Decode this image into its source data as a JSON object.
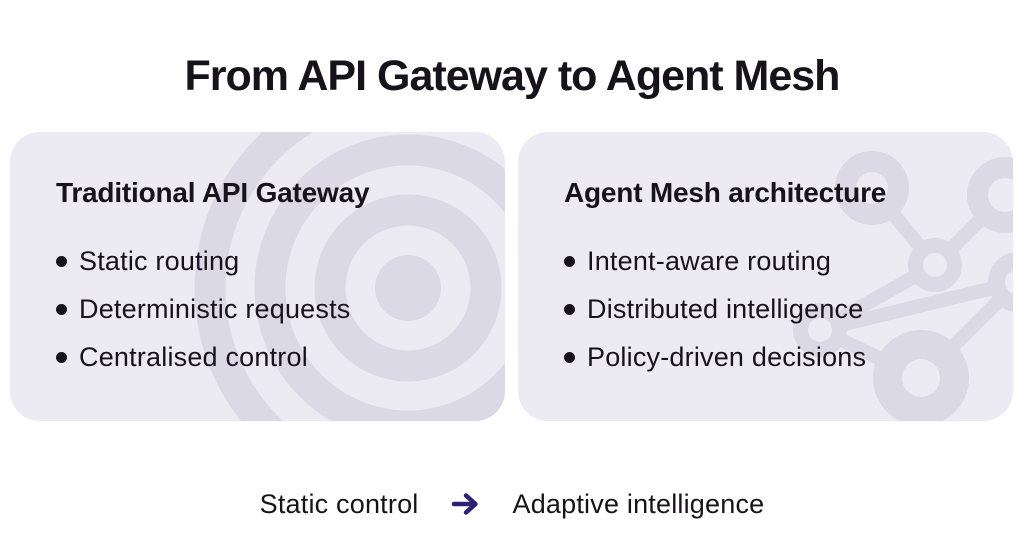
{
  "title": "From API Gateway to Agent Mesh",
  "cards": [
    {
      "heading": "Traditional API Gateway",
      "decoration_icon": "target-circles-icon",
      "bullets": [
        "Static routing",
        "Deterministic requests",
        "Centralised control"
      ]
    },
    {
      "heading": "Agent Mesh architecture",
      "decoration_icon": "mesh-network-icon",
      "bullets": [
        "Intent-aware routing",
        "Distributed intelligence",
        "Policy-driven decisions"
      ]
    }
  ],
  "footer": {
    "from_label": "Static control",
    "arrow_icon": "arrow-right-icon",
    "to_label": "Adaptive intelligence"
  },
  "colors": {
    "page_bg": "#ffffff",
    "card_bg": "#eceaf2",
    "decoration": "#dcd9e7",
    "text": "#16131a",
    "arrow": "#2b2278"
  }
}
